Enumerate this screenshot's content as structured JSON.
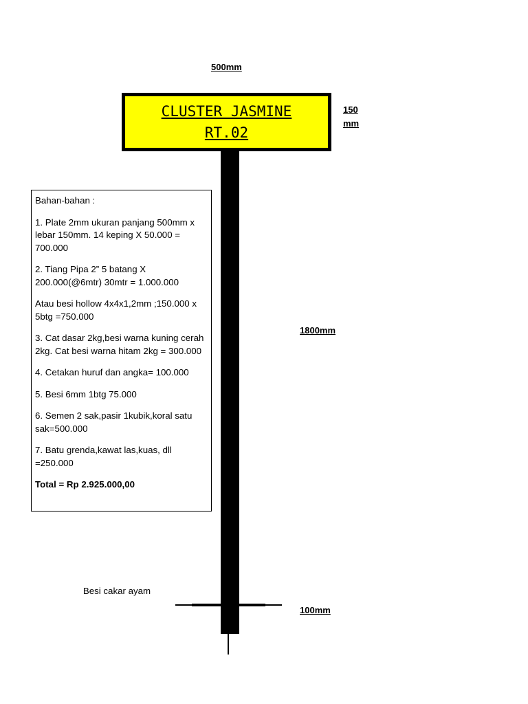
{
  "dimensions": {
    "width": "500mm",
    "sign_height": "150 mm",
    "pole_height": "1800mm",
    "base": "100mm"
  },
  "sign": {
    "line1": "CLUSTER JASMINE",
    "line2": "RT.02",
    "background_color": "#ffff00",
    "border_color": "#000000"
  },
  "pole_color": "#000000",
  "materials": {
    "heading": "Bahan-bahan :",
    "items": [
      "1. Plate 2mm ukuran panjang 500mm x lebar 150mm. 14 keping X 50.000 = 700.000",
      "2. Tiang Pipa 2” 5 batang X 200.000(@6mtr) 30mtr = 1.000.000",
      "Atau besi hollow 4x4x1,2mm ;150.000 x 5btg =750.000",
      "3. Cat dasar 2kg,besi warna kuning cerah 2kg. Cat besi warna hitam 2kg = 300.000",
      "4. Cetakan huruf dan angka= 100.000",
      "5. Besi 6mm 1btg 75.000",
      "6. Semen 2 sak,pasir 1kubik,koral satu sak=500.000",
      "7. Batu grenda,kawat las,kuas, dll =250.000"
    ],
    "total": "Total = Rp 2.925.000,00"
  },
  "claw_label": "Besi cakar ayam"
}
